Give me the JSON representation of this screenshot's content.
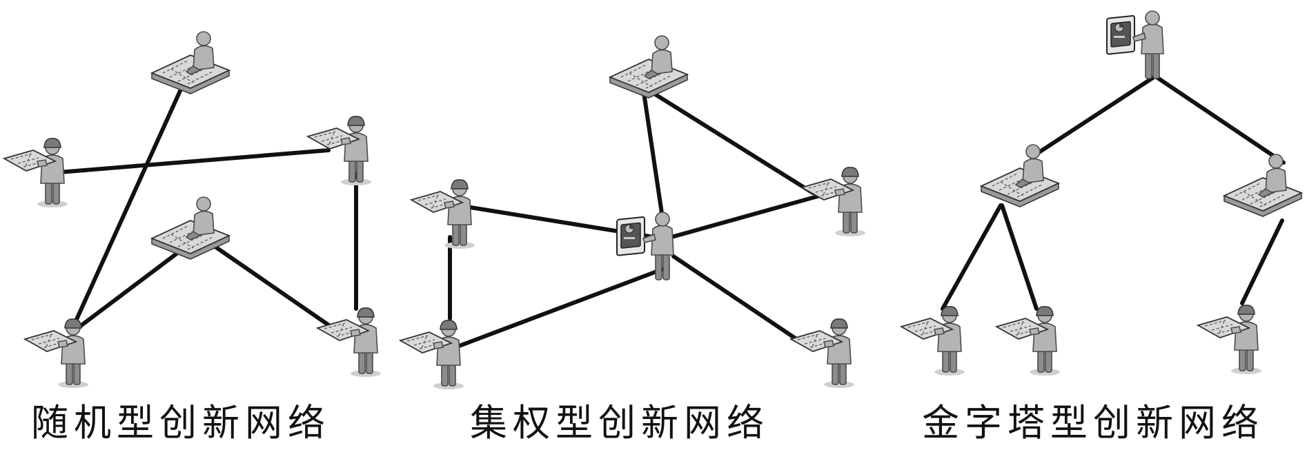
{
  "captions": {
    "random": "随机型创新网络",
    "centralized": "集权型创新网络",
    "pyramid": "金字塔型创新网络"
  },
  "colors": {
    "edge": "#111111",
    "figure": "#b4b4b4",
    "background": "#ffffff"
  },
  "icons": {
    "worker": "worker-with-blueprint-icon",
    "planner": "planner-at-desk-icon",
    "presenter": "presenter-with-chart-board-icon"
  }
}
